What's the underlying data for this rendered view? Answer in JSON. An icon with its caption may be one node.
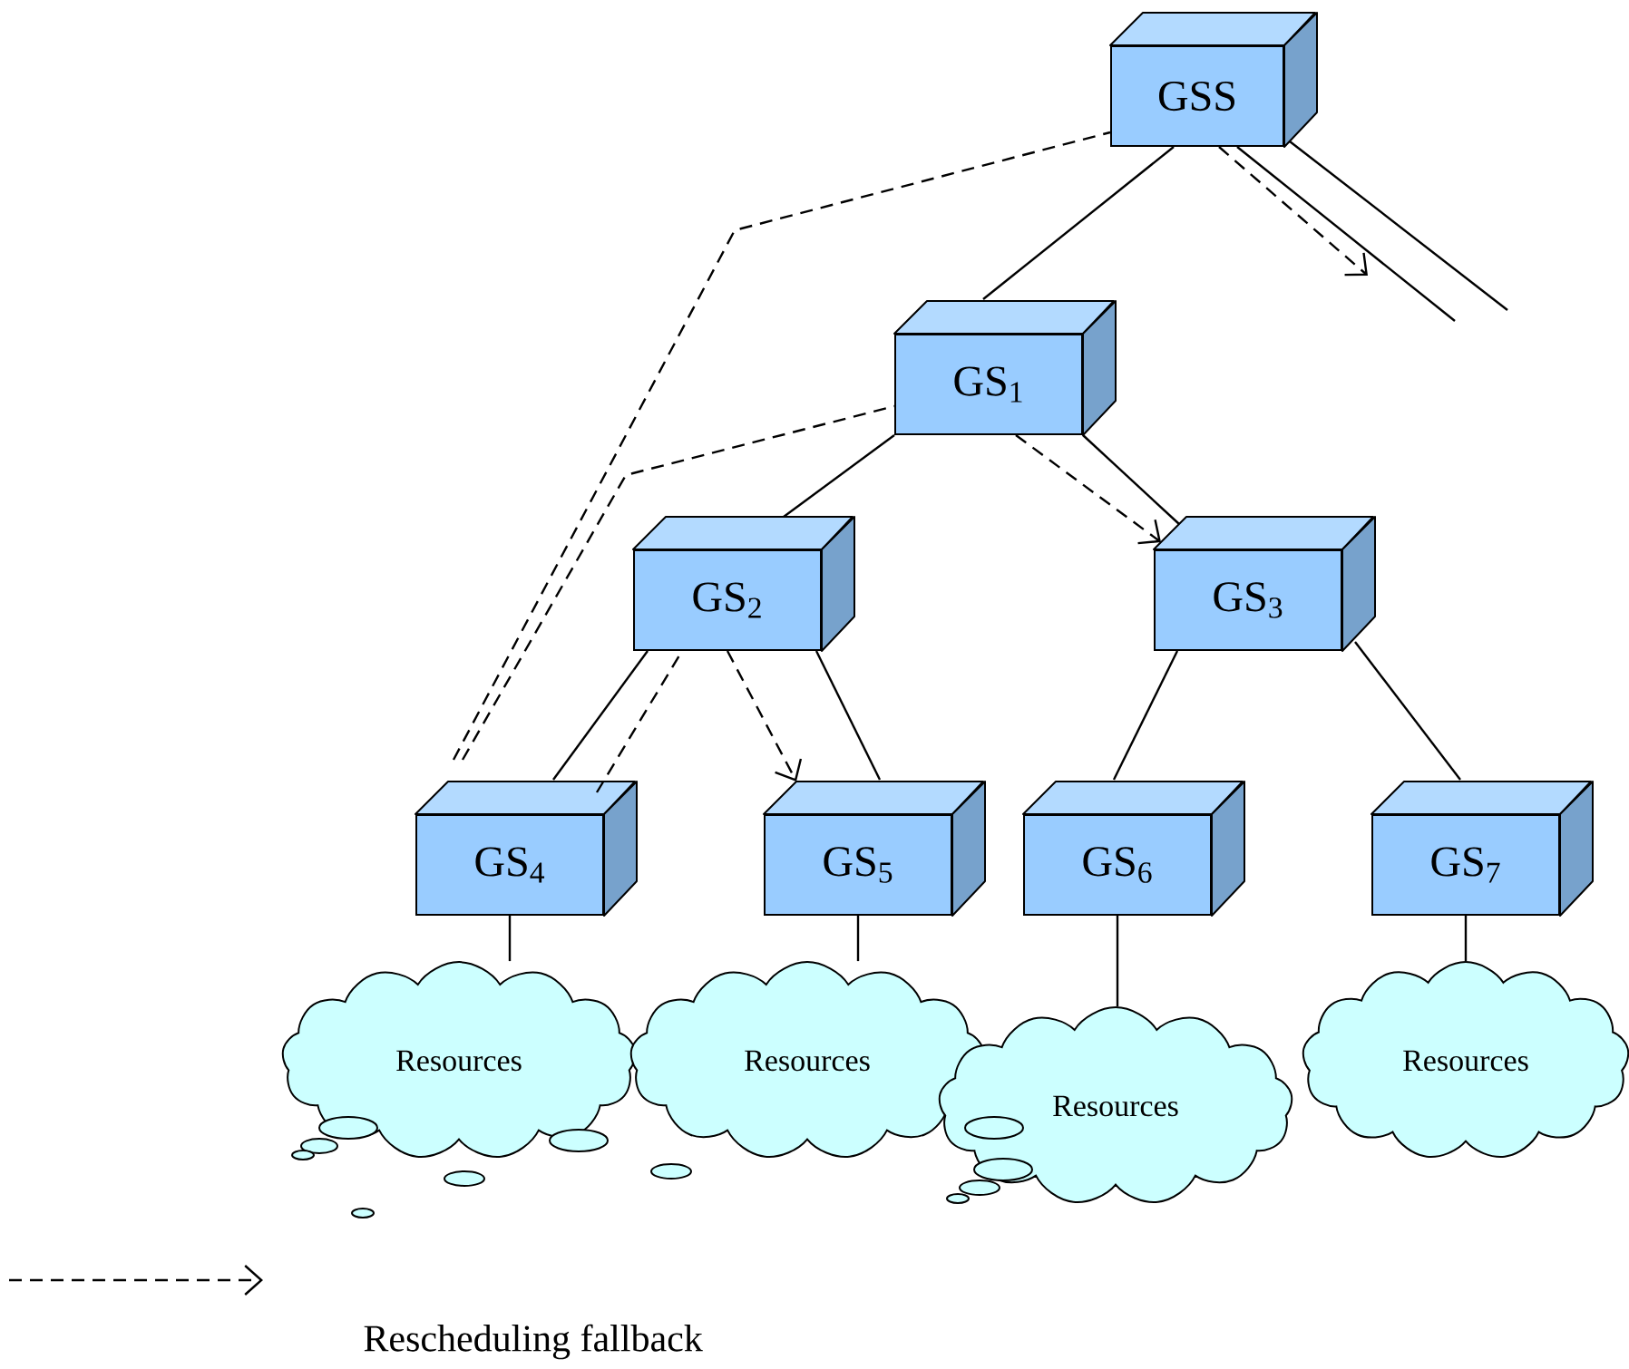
{
  "diagram": {
    "nodes": [
      {
        "text": [
          "GSS"
        ]
      },
      {
        "text": [
          "GS$_{1}$"
        ]
      },
      {
        "text": [
          "GS$_{2}$"
        ]
      },
      {
        "text": [
          "GS$_{3}$"
        ]
      },
      {
        "text": [
          "GS$_{4}$"
        ]
      },
      {
        "text": [
          "GS$_{5}$"
        ]
      },
      {
        "text": [
          "GS$_{6}$"
        ]
      },
      {
        "text": [
          "GS$_{7}$"
        ]
      },
      {
        "text": [
          "Resources"
        ]
      },
      {
        "text": [
          "Resources"
        ]
      },
      {
        "text": [
          "Resources"
        ]
      },
      {
        "text": [
          "Resources"
        ]
      }
    ],
    "edges": [
      {
        "from": 0,
        "to": 1,
        "arrow": "none"
      },
      {
        "from": 1,
        "to": 2,
        "arrow": "none"
      },
      {
        "from": 1,
        "to": 3,
        "arrow": "none"
      },
      {
        "from": 2,
        "to": 4,
        "arrow": "none"
      },
      {
        "from": 2,
        "to": 5,
        "arrow": "none"
      },
      {
        "from": 3,
        "to": 6,
        "arrow": "none"
      },
      {
        "from": 3,
        "to": 7,
        "arrow": "none"
      },
      {
        "from": 4,
        "to": 8,
        "arrow": "none"
      },
      {
        "from": 5,
        "to": 9,
        "arrow": "none"
      },
      {
        "from": 6,
        "to": 10,
        "arrow": "none"
      },
      {
        "from": 7,
        "to": 11,
        "arrow": "none"
      },
      {
        "from": 0,
        "to": null,
        "arrow": "none"
      },
      {
        "from": 0,
        "to": null,
        "arrow": "none"
      },
      {
        "from": 4,
        "to": 0,
        "arrow": "none",
        "style": "dashed"
      },
      {
        "from": 0,
        "to": null,
        "arrow": "to",
        "style": "dashed"
      },
      {
        "from": 4,
        "to": 1,
        "arrow": "none",
        "style": "dashed"
      },
      {
        "from": 1,
        "to": 3,
        "arrow": "to",
        "style": "dashed"
      },
      {
        "from": 4,
        "to": 2,
        "arrow": "none",
        "style": "dashed"
      },
      {
        "from": 2,
        "to": 5,
        "arrow": "to",
        "style": "dashed"
      }
    ],
    "legend": [
      {
        "text": "Rescheduling fallback"
      }
    ]
  }
}
